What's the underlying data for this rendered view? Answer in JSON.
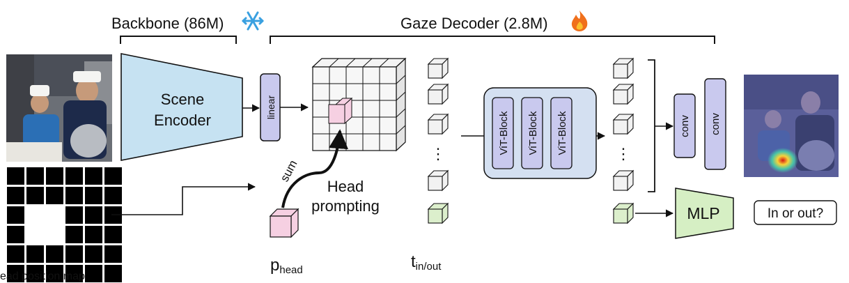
{
  "labels": {
    "backbone": "Backbone (86M)",
    "gaze_decoder": "Gaze Decoder (2.8M)",
    "scene_encoder_line1": "Scene",
    "scene_encoder_line2": "Encoder",
    "linear": "linear",
    "sum": "sum",
    "head_prompting_line1": "Head",
    "head_prompting_line2": "prompting",
    "p_head_main": "p",
    "p_head_sub": "head",
    "t_inout_main": "t",
    "t_inout_sub": "in/out",
    "vit_block": "ViT-Block",
    "conv": "conv",
    "mlp": "MLP",
    "in_or_out": "In or out?",
    "head_position_map": "ead position map",
    "ellipsis": "⋮"
  },
  "icons": {
    "frozen": "snowflake-icon",
    "trainable": "fire-icon"
  },
  "colors": {
    "encoder_fill": "#c6e2f2",
    "linear_fill": "#c9c9ee",
    "vit_panel_fill": "#d4e0f1",
    "vit_block_fill": "#c9c9ee",
    "token_gray": "#f2f2f2",
    "token_pink": "#f6d0e2",
    "token_green": "#dcefcc",
    "mlp_fill": "#d6efc4",
    "snowflake": "#3aa0e0",
    "fire": "#f0701c"
  }
}
